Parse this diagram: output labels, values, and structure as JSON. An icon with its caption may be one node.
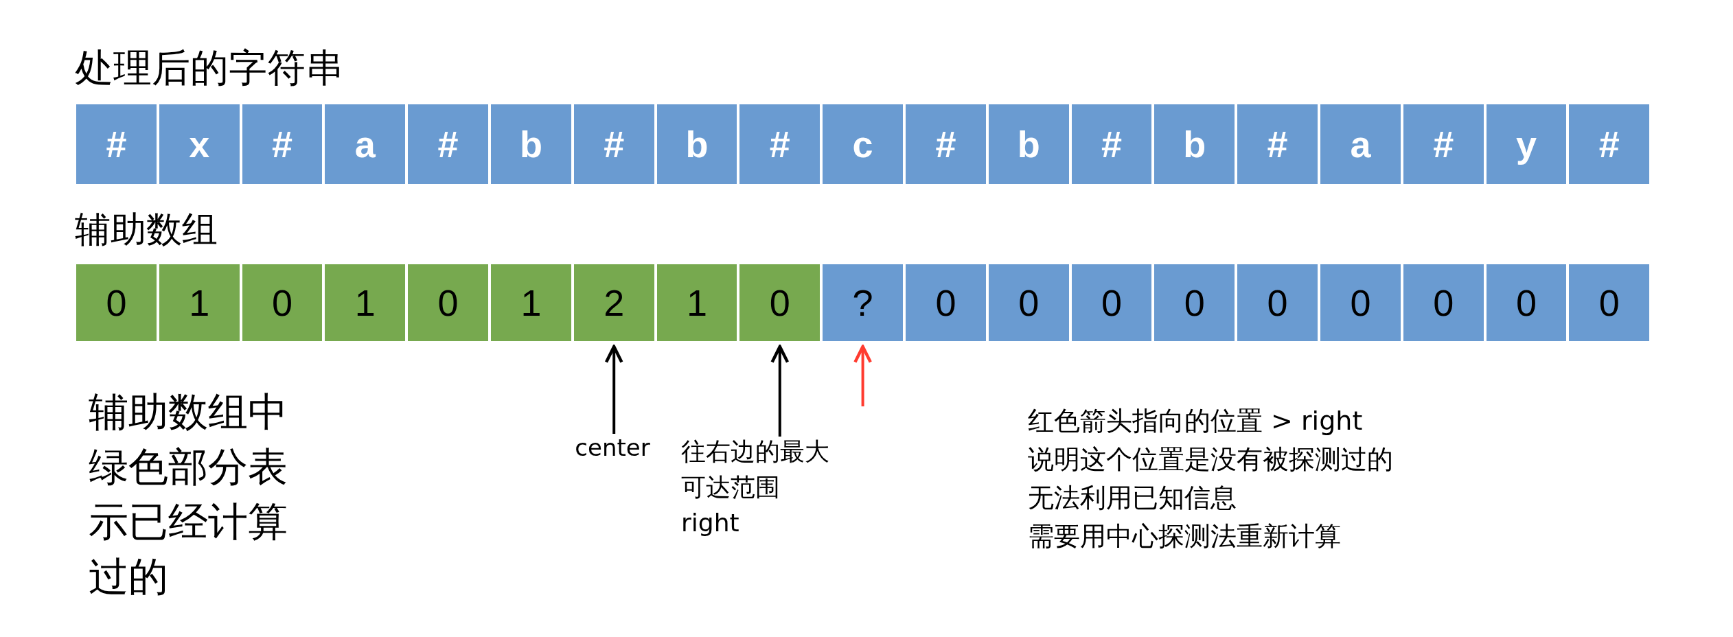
{
  "diagram": {
    "nodes": [
      {
        "text": [
          "#"
        ]
      },
      {
        "text": [
          "x"
        ]
      },
      {
        "text": [
          "#"
        ]
      },
      {
        "text": [
          "a"
        ]
      },
      {
        "text": [
          "#"
        ]
      },
      {
        "text": [
          "b"
        ]
      },
      {
        "text": [
          "#"
        ]
      },
      {
        "text": [
          "b"
        ]
      },
      {
        "text": [
          "#"
        ]
      },
      {
        "text": [
          "c"
        ]
      },
      {
        "text": [
          "#"
        ]
      },
      {
        "text": [
          "b"
        ]
      },
      {
        "text": [
          "#"
        ]
      },
      {
        "text": [
          "b"
        ]
      },
      {
        "text": [
          "#"
        ]
      },
      {
        "text": [
          "a"
        ]
      },
      {
        "text": [
          "#"
        ]
      },
      {
        "text": [
          "y"
        ]
      },
      {
        "text": [
          "#"
        ]
      },
      {
        "text": [
          "0"
        ]
      },
      {
        "text": [
          "1"
        ]
      },
      {
        "text": [
          "0"
        ]
      },
      {
        "text": [
          "1"
        ]
      },
      {
        "text": [
          "0"
        ]
      },
      {
        "text": [
          "1"
        ]
      },
      {
        "text": [
          "2"
        ]
      },
      {
        "text": [
          "1"
        ]
      },
      {
        "text": [
          "0"
        ]
      },
      {
        "text": [
          "?"
        ]
      },
      {
        "text": [
          "0"
        ]
      },
      {
        "text": [
          "0"
        ]
      },
      {
        "text": [
          "0"
        ]
      },
      {
        "text": [
          "0"
        ]
      },
      {
        "text": [
          "0"
        ]
      },
      {
        "text": [
          "0"
        ]
      },
      {
        "text": [
          "0"
        ]
      },
      {
        "text": [
          "0"
        ]
      },
      {
        "text": [
          "0"
        ]
      },
      {
        "text": [
          "center"
        ]
      },
      {
        "text": [
          "往右边的最大可达范围 right"
        ]
      }
    ],
    "edges": [
      {
        "from": 38,
        "to": 25,
        "arrow": "to"
      },
      {
        "from": 39,
        "to": 27,
        "arrow": "to"
      },
      {
        "from": null,
        "to": 28,
        "arrow": "to",
        "color": "#ff3b2f"
      }
    ],
    "labels": [
      "处理后的字符串",
      "辅助数组",
      "辅助数组中绿色部分表示已经计算过的",
      "红色箭头指向的位置 > right",
      "说明这个位置是没有被探测过的",
      "无法利用已知信息",
      "需要用中心探测法重新计算"
    ]
  }
}
